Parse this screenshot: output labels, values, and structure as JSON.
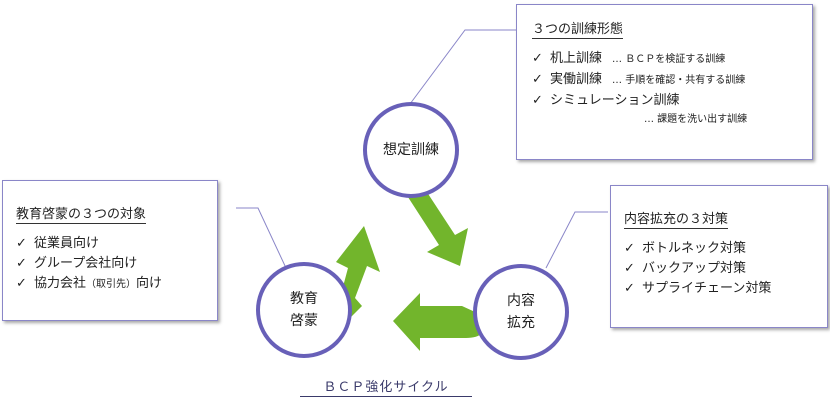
{
  "colors": {
    "accent": "#72b52c",
    "circle": "#6860b8",
    "panel_border": "#8a86c8"
  },
  "nodes": {
    "top": {
      "line1": "想定訓練"
    },
    "left": {
      "line1": "教育",
      "line2": "啓蒙"
    },
    "right": {
      "line1": "内容",
      "line2": "拡充"
    }
  },
  "cycle_label": "ＢＣＰ強化サイクル",
  "training_panel": {
    "title": "３つの訓練形態",
    "items": [
      {
        "label": "机上訓練",
        "note": "… ＢＣＰを検証する訓練"
      },
      {
        "label": "実働訓練",
        "note": "… 手順を確認・共有する訓練"
      },
      {
        "label": "シミュレーション訓練",
        "note": "… 課題を洗い出す訓練"
      }
    ]
  },
  "education_panel": {
    "title": "教育啓蒙の３つの対象",
    "items": [
      {
        "label": "従業員向け"
      },
      {
        "label": "グループ会社向け"
      },
      {
        "label": "協力会社",
        "small": "（取引先）",
        "suffix": "向け"
      }
    ]
  },
  "content_panel": {
    "title": "内容拡充の３対策",
    "items": [
      {
        "label": "ボトルネック対策"
      },
      {
        "label": "バックアップ対策"
      },
      {
        "label": "サプライチェーン対策"
      }
    ]
  },
  "check_symbol": "✓"
}
